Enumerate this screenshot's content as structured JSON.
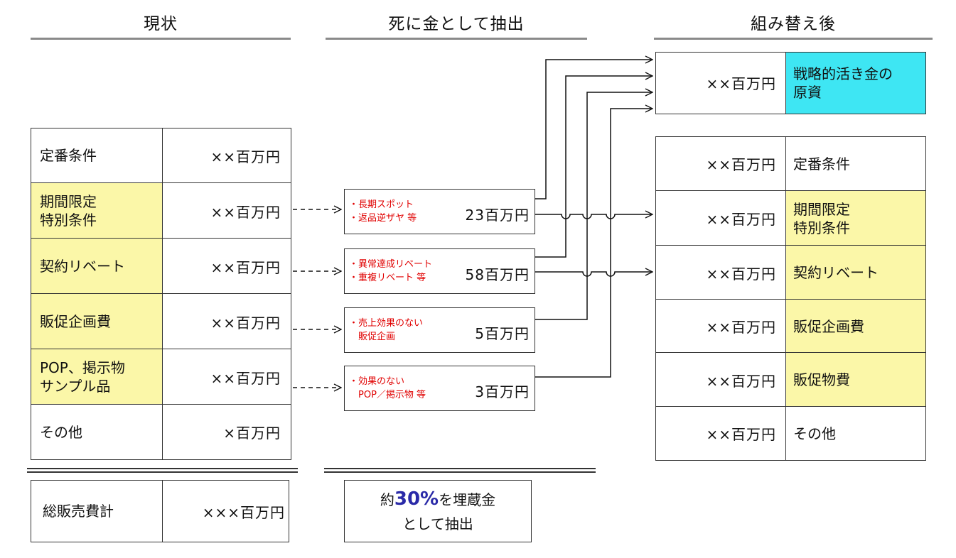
{
  "headers": {
    "current": "現状",
    "extract": "死に金として抽出",
    "after": "組み替え後"
  },
  "left_rows": [
    {
      "label_lines": [
        "定番条件"
      ],
      "amount": "××百万円"
    },
    {
      "label_lines": [
        "期間限定",
        "特別条件"
      ],
      "amount": "××百万円"
    },
    {
      "label_lines": [
        "契約リベート"
      ],
      "amount": "××百万円"
    },
    {
      "label_lines": [
        "販促企画費"
      ],
      "amount": "××百万円"
    },
    {
      "label_lines": [
        "POP、掲示物",
        "サンプル品"
      ],
      "amount": "××百万円"
    },
    {
      "label_lines": [
        "その他"
      ],
      "amount": "×百万円"
    }
  ],
  "left_total": {
    "label": "総販売費計",
    "amount": "×××百万円"
  },
  "extract_boxes": [
    {
      "lines": [
        "・長期スポット",
        "・返品逆ザヤ 等"
      ],
      "amount": "23百万円"
    },
    {
      "lines": [
        "・異常達成リベート",
        "・重複リベート 等"
      ],
      "amount": "58百万円"
    },
    {
      "lines": [
        "・売上効果のない",
        "　販促企画"
      ],
      "amount": "5百万円"
    },
    {
      "lines": [
        "・効果のない",
        "　POP／掲示物 等"
      ],
      "amount": "3百万円"
    }
  ],
  "extract_summary": {
    "prefix": "約",
    "percent": "30%",
    "suffix": "を埋蔵金",
    "line2": "として抽出"
  },
  "strategic": {
    "amount": "××百万円",
    "label_lines": [
      "戦略的活き金の",
      "原資"
    ]
  },
  "right_rows": [
    {
      "amount": "××百万円",
      "label_lines": [
        "定番条件"
      ]
    },
    {
      "amount": "××百万円",
      "label_lines": [
        "期間限定",
        "特別条件"
      ]
    },
    {
      "amount": "××百万円",
      "label_lines": [
        "契約リベート"
      ]
    },
    {
      "amount": "××百万円",
      "label_lines": [
        "販促企画費"
      ]
    },
    {
      "amount": "××百万円",
      "label_lines": [
        "販促物費"
      ]
    },
    {
      "amount": "××百万円",
      "label_lines": [
        "その他"
      ]
    }
  ],
  "colors": {
    "highlight_yellow": "#fbf7a8",
    "highlight_cyan": "#3ee6f3",
    "note_red": "#e00000",
    "accent_blue": "#2a2aa8"
  }
}
